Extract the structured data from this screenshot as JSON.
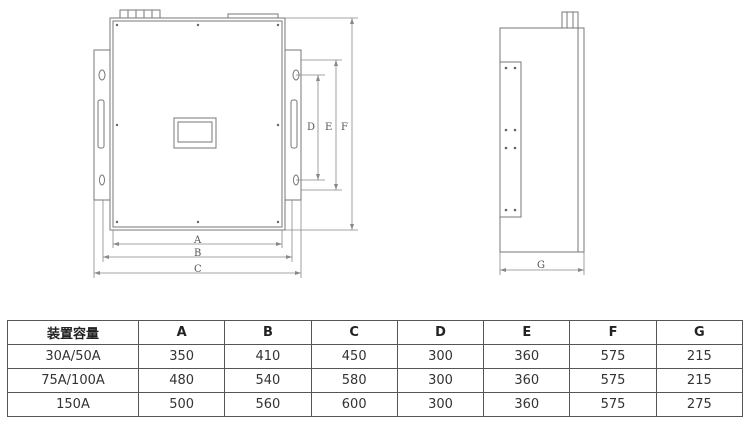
{
  "front_view": {
    "dimension_labels": {
      "a": "A",
      "b": "B",
      "c": "C",
      "d": "D",
      "e": "E",
      "f": "F"
    }
  },
  "side_view": {
    "dimension_labels": {
      "g": "G"
    }
  },
  "spec_table": {
    "headers": [
      "装置容量",
      "A",
      "B",
      "C",
      "D",
      "E",
      "F",
      "G"
    ],
    "rows": [
      [
        "30A/50A",
        "350",
        "410",
        "450",
        "300",
        "360",
        "575",
        "215"
      ],
      [
        "75A/100A",
        "480",
        "540",
        "580",
        "300",
        "360",
        "575",
        "215"
      ],
      [
        "150A",
        "500",
        "560",
        "600",
        "300",
        "360",
        "575",
        "275"
      ]
    ]
  }
}
